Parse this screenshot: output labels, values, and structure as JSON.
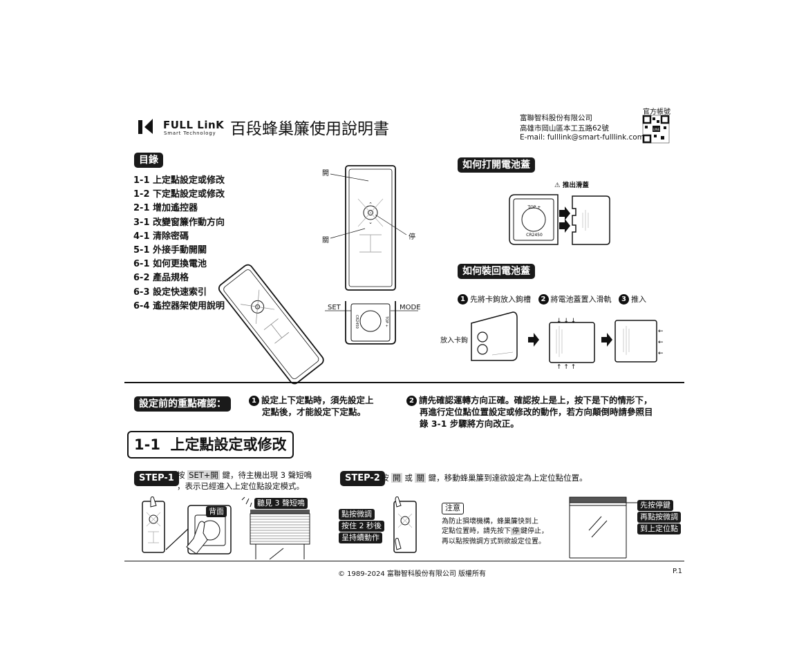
{
  "header": {
    "brand": "FULL LinK",
    "brand_sub": "Smart Technology",
    "title": "百段蜂巢簾使用說明書",
    "company": "富聯智科股份有限公司",
    "address": "高雄市岡山區本工五路62號",
    "email": "E-mail: fulllink@smart-fulllink.com",
    "official": "官方帳號",
    "qr_label": "LINE"
  },
  "toc": {
    "heading": "目錄",
    "items": [
      "1-1 上定點設定或修改",
      "1-2 下定點設定或修改",
      "2-1 增加遙控器",
      "3-1 改變窗簾作動方向",
      "4-1 清除密碼",
      "5-1 外接手動開關",
      "6-1 如何更換電池",
      "6-2 產品規格",
      "6-3 設定快速索引",
      "6-4 遙控器架使用說明"
    ]
  },
  "remote_diagram": {
    "open": "開",
    "close": "關",
    "stop": "停",
    "set": "SET",
    "mode": "MODE",
    "top": "TOP +",
    "battery": "CR2450"
  },
  "battery_open": {
    "heading": "如何打開電池蓋",
    "warning": "推出滑蓋",
    "top": "TOP +",
    "battery": "CR2450"
  },
  "battery_close": {
    "heading": "如何裝回電池蓋",
    "step1_num": "1",
    "step1": "先將卡鉤放入鉤槽",
    "step2_num": "2",
    "step2": "將電池蓋置入滑軌",
    "step3_num": "3",
    "step3": "推入",
    "hook": "放入卡鉤"
  },
  "notes": {
    "label": "設定前的重點確認：",
    "n1_num": "1",
    "n1_l1": "設定上下定點時，須先設定上",
    "n1_l2": "定點後，才能設定下定點。",
    "n2_num": "2",
    "n2_l1": "請先確認運轉方向正確。確認按上是上，按下是下的情形下，",
    "n2_l2": "再進行定位點位置設定或修改的動作，若方向顛倒時請參照目",
    "n2_l3": "錄 3-1 步驟將方向改正。"
  },
  "section": {
    "title": "1-1  上定點設定或修改"
  },
  "step1": {
    "badge": "STEP-1",
    "t1": "按",
    "k1": "SET+開",
    "t2": "鍵，待主機出現 3 聲短鳴",
    "l2": "，表示已經進入上定位點設定模式。",
    "back": "背面",
    "beep": "聽見 3 聲短鳴"
  },
  "step2": {
    "badge": "STEP-2",
    "t1": "按",
    "k1": "開",
    "t2": "或",
    "k2": "關",
    "t3": "鍵，移動蜂巢簾到達欲設定為上定位點位置。",
    "chips": [
      "點按微調",
      "按住 2 秒後",
      "呈持續動作"
    ],
    "note_title": "注意",
    "note_l1": "為防止損壞機構，蜂巢簾快到上",
    "note_l2a": "定點位置時，請先按下",
    "note_key": "停",
    "note_l2b": "鍵停止，",
    "note_l3": "再以點按微調方式到欲設定位置。",
    "right_chips": [
      "先按停鍵",
      "再點按微調",
      "到上定位點"
    ]
  },
  "footer": {
    "copyright": "© 1989-2024 富聯智科股份有限公司 版權所有",
    "page": "P.1"
  }
}
